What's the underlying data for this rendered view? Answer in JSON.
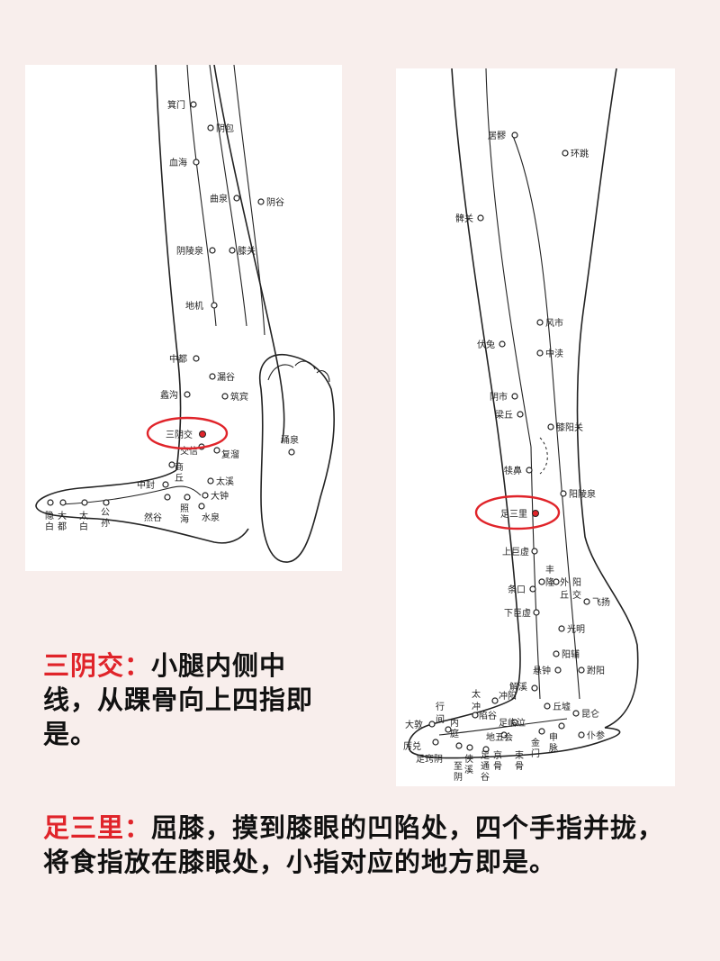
{
  "left_diagram": {
    "labels": {
      "jimen": "箕门",
      "yinbao": "阴包",
      "xuehai": "血海",
      "ququan": "曲泉",
      "yingu": "阴谷",
      "yinlingquan": "阴陵泉",
      "xiguan": "膝关",
      "diji": "地机",
      "zhongdu": "中都",
      "lougu": "漏谷",
      "ligou": "蠡沟",
      "zhubin": "筑宾",
      "sanyinjiao": "三阴交",
      "jiaoxin": "交信",
      "fuliu": "复溜",
      "shangqiu_1": "商",
      "shangqiu_2": "丘",
      "zhongfeng": "中封",
      "taixi": "太溪",
      "dazhong": "大钟",
      "rangu": "然谷",
      "shuiquan": "水泉",
      "zhaohai_1": "照",
      "zhaohai_2": "海",
      "yinbai_1": "隐",
      "yinbai_2": "白",
      "dadu_1": "大",
      "dadu_2": "都",
      "taibai_1": "太",
      "taibai_2": "白",
      "gongsun_1": "公",
      "gongsun_2": "孙",
      "yongquan": "涌泉"
    }
  },
  "right_diagram": {
    "labels": {
      "juliao": "居髎",
      "huantiao": "环跳",
      "biguan": "髀关",
      "fengshi": "风市",
      "futu": "伏兔",
      "zhongdu": "中渎",
      "yinshi": "阴市",
      "liangqiu": "梁丘",
      "xiyangguan": "膝阳关",
      "dubi": "犊鼻",
      "yanglingquan": "阳陵泉",
      "zusanli": "足三里",
      "shangjuxu": "上巨虚",
      "fenglong_1": "丰",
      "fenglong_2": "隆",
      "tiaokou": "条口",
      "waiqiu_1": "外",
      "waiqiu_2": "丘",
      "yangjiao_1": "阳",
      "yangjiao_2": "交",
      "feiyang": "飞扬",
      "xiajuxu": "下巨虚",
      "guangming": "光明",
      "yangfu": "阳辅",
      "xuanzhong": "悬钟",
      "fuyang": "跗阳",
      "jiexi": "解溪",
      "chongyang": "冲阳",
      "qiuxu": "丘墟",
      "taichong_1": "太",
      "taichong_2": "冲",
      "xingjian_1": "行",
      "xingjian_2": "间",
      "xiangu": "陷谷",
      "kunlun": "昆仑",
      "zulinqi": "足临泣",
      "dadun": "大敦",
      "neiting_1": "内",
      "neiting_2": "庭",
      "diwuhui": "地五会",
      "jinmen_1": "金",
      "jinmen_2": "门",
      "shenmai_1": "申",
      "shenmai_2": "脉",
      "pucan": "仆参",
      "lidui": "厉兑",
      "zuqiaoyin": "足窍阴",
      "xiaxi_1": "侠",
      "xiaxi_2": "溪",
      "zhiyin_1": "至",
      "zhiyin_2": "阴",
      "zutonggu_1": "足",
      "zutonggu_2": "通",
      "zutonggu_3": "谷",
      "jinggu_1": "京",
      "jinggu_2": "骨",
      "shugu_1": "束",
      "shugu_2": "骨"
    }
  },
  "notes": {
    "sanyinjiao": {
      "title": "三阴交：",
      "body": "小腿内侧中线，从踝骨向上四指即是。"
    },
    "zusanli": {
      "title": "足三里：",
      "body": "屈膝，摸到膝眼的凹陷处，四个手指并拢，将食指放在膝眼处，小指对应的地方即是。"
    }
  }
}
